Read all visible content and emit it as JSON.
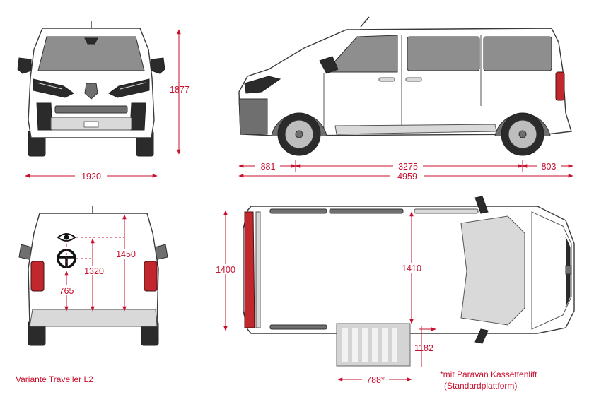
{
  "dimensions": {
    "front_width": "1920",
    "height": "1877",
    "front_overhang": "881",
    "wheelbase": "3275",
    "rear_overhang": "803",
    "total_length": "4959",
    "eye_height": "1450",
    "steering_height": "1320",
    "seat_height": "765",
    "interior_width": "1400",
    "door_opening_width": "1410",
    "ramp_length": "1182",
    "ramp_width": "788*"
  },
  "captions": {
    "variant": "Variante Traveller L2",
    "lift_note_line1": "*mit Paravan Kassettenlift",
    "lift_note_line2": "(Standardplattform)"
  },
  "icons": {
    "eye": "eye-icon",
    "steering": "steering-wheel-icon",
    "brand": "lion-logo-icon"
  },
  "colors": {
    "dimension": "#c8102e",
    "outline": "#3a3a3a",
    "glass": "#8e8e8e",
    "taillight": "#c0282e"
  }
}
